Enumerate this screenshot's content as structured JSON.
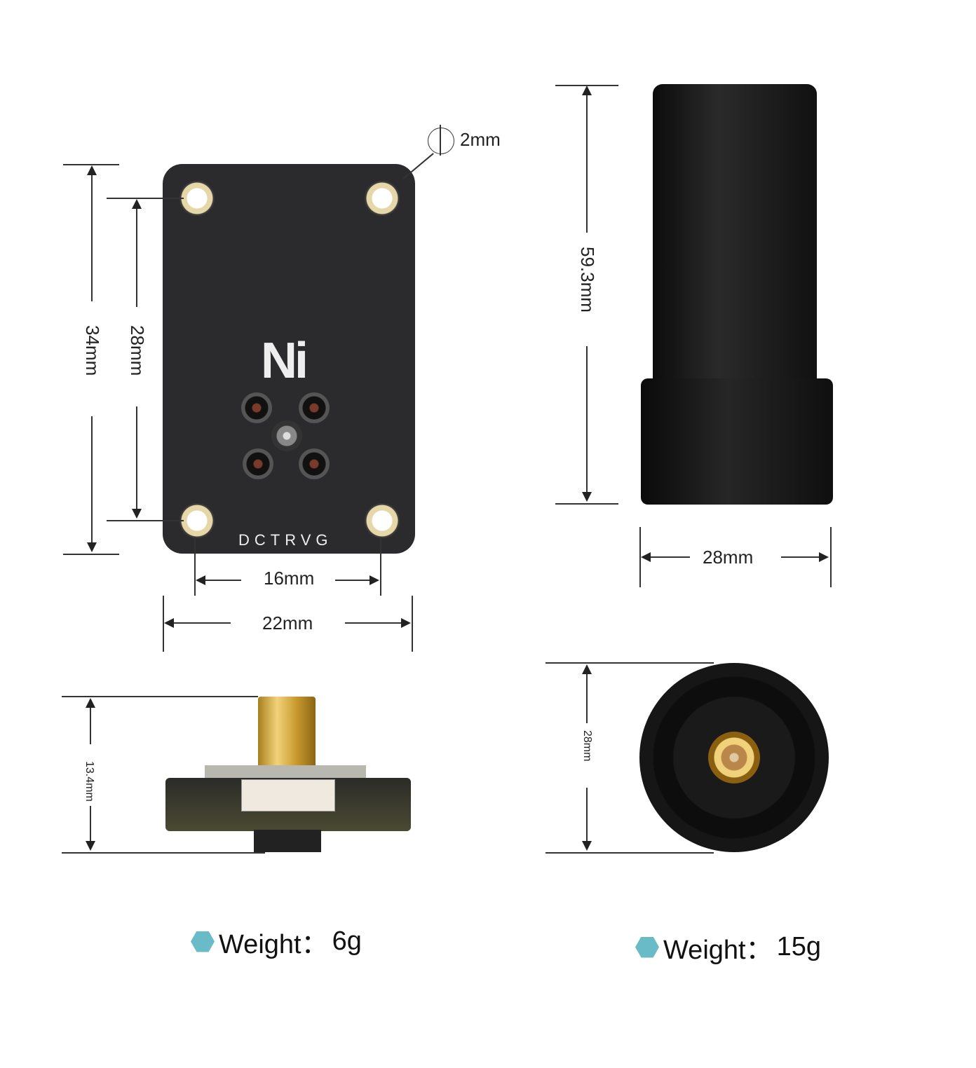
{
  "module": {
    "brand_mark": "Ni",
    "silkscreen": "DCTRVG",
    "hole_diameter": "2mm",
    "height_outer": "34mm",
    "height_inner": "28mm",
    "width_inner": "16mm",
    "width_outer": "22mm",
    "side_height": "13.4mm",
    "weight_label": "Weight：",
    "weight_value": "6g"
  },
  "antenna": {
    "height": "59.3mm",
    "width": "28mm",
    "diameter": "28mm",
    "weight_label": "Weight：",
    "weight_value": "15g"
  },
  "colors": {
    "accent": "#69bcc7",
    "pcb": "#2b2b2d",
    "gold": "#d4a93a"
  }
}
